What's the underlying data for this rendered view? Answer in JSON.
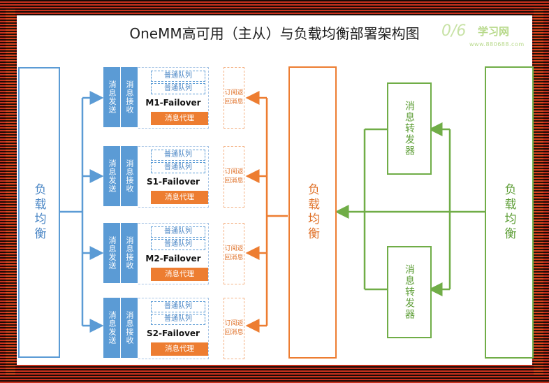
{
  "title": "OneMM高可用（主从）与负载均衡部署架构图",
  "watermark": {
    "text": "学习网",
    "url": "www.880688.com",
    "glyph": "0/6"
  },
  "load_balancers": {
    "left": "负载均衡",
    "middle": "负载均衡",
    "right": "负载均衡"
  },
  "forwarders": [
    "消息转发器",
    "消息转发器"
  ],
  "node_common": {
    "send": "消息发送",
    "recv": "消息接收",
    "queue": "普通队列",
    "proxy": "消息代理",
    "subscribe": "订阅返回消息"
  },
  "nodes": [
    {
      "name": "M1-Failover"
    },
    {
      "name": "S1-Failover"
    },
    {
      "name": "M2-Failover"
    },
    {
      "name": "S2-Failover"
    }
  ],
  "colors": {
    "blue": "#5b9bd5",
    "orange": "#ed7d31",
    "green": "#70ad47",
    "frame": "#c8321e"
  }
}
